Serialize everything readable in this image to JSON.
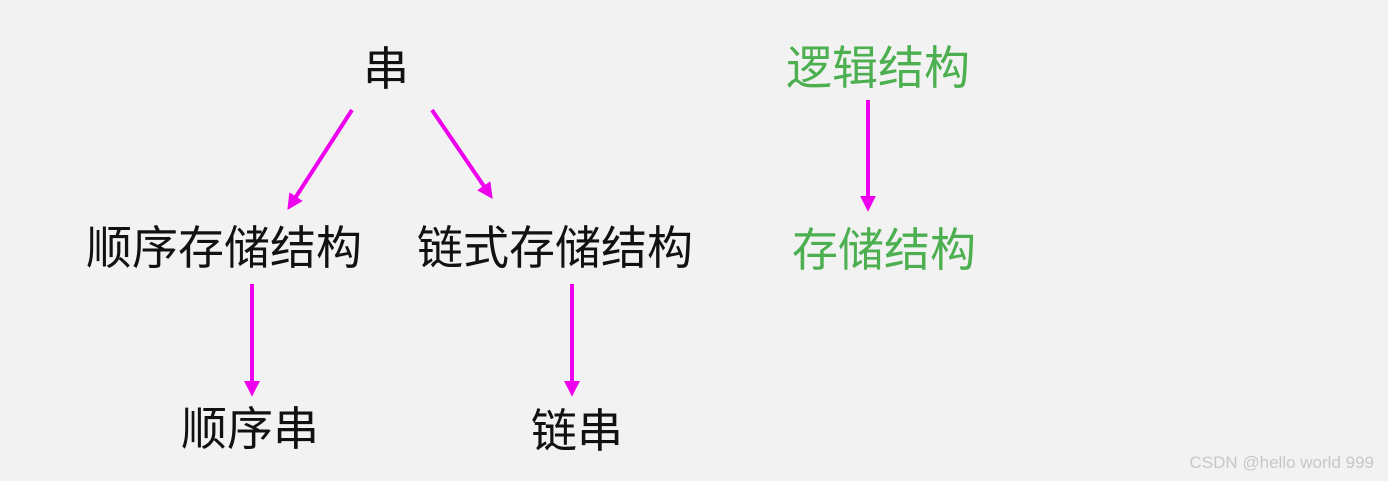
{
  "diagram": {
    "root": "串",
    "level2": {
      "left": "顺序存储结构",
      "right": "链式存储结构"
    },
    "level3": {
      "left": "顺序串",
      "right": "链串"
    },
    "side": {
      "top": "逻辑结构",
      "bottom": "存储结构"
    }
  },
  "colors": {
    "background": "#f2f2f2",
    "text": "#111111",
    "green": "#4caf50",
    "arrow": "#ee00ee"
  },
  "watermark": "CSDN @hello world 999"
}
